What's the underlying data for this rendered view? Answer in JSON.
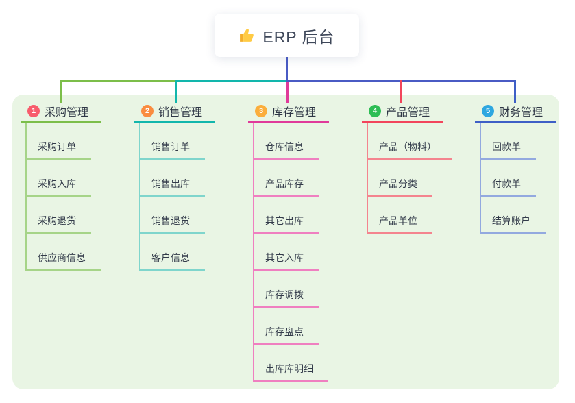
{
  "root": {
    "title": "ERP 后台",
    "icon": "thumbs-up-icon"
  },
  "colors": {
    "page_bg": "#FFFFFF",
    "panel_bg": "#E9F5E4",
    "root_connector": "#4A5BC4",
    "root_text": "#3E4759",
    "header_text": "#2E3645",
    "item_text": "#333B4A",
    "icon_gold": "#FFCB45"
  },
  "branches": [
    {
      "number": "1",
      "label": "采购管理",
      "badge_color": "#F85C6C",
      "line_color": "#7CBE4A",
      "sub_line_color": "#A6D488",
      "items": [
        "采购订单",
        "采购入库",
        "采购退货",
        "供应商信息"
      ]
    },
    {
      "number": "2",
      "label": "销售管理",
      "badge_color": "#FA8C40",
      "line_color": "#12B6AC",
      "sub_line_color": "#7FD5CC",
      "items": [
        "销售订单",
        "销售出库",
        "销售退货",
        "客户信息"
      ]
    },
    {
      "number": "3",
      "label": "库存管理",
      "badge_color": "#FBAE3C",
      "line_color": "#E03A9A",
      "sub_line_color": "#EF7FC0",
      "items": [
        "仓库信息",
        "产品库存",
        "其它出库",
        "其它入库",
        "库存调拨",
        "库存盘点",
        "出库库明细"
      ]
    },
    {
      "number": "4",
      "label": "产品管理",
      "badge_color": "#2EBD55",
      "line_color": "#F2455C",
      "sub_line_color": "#F4848E",
      "items": [
        "产品（物料）",
        "产品分类",
        "产品单位"
      ]
    },
    {
      "number": "5",
      "label": "财务管理",
      "badge_color": "#2EA7E0",
      "line_color": "#3E5FC6",
      "sub_line_color": "#93A9DF",
      "items": [
        "回款单",
        "付款单",
        "结算账户"
      ]
    }
  ]
}
